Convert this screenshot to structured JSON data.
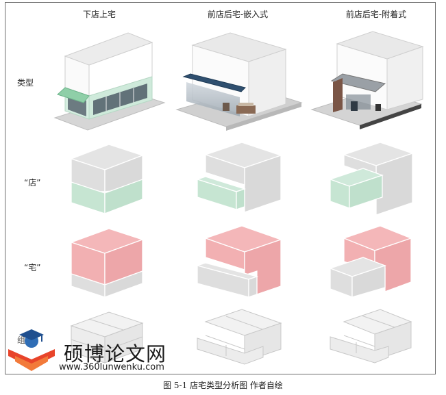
{
  "columns": [
    "下店上宅",
    "前店后宅-嵌入式",
    "前店后宅-附着式"
  ],
  "rows": [
    "类型",
    "“店”",
    "“宅”",
    "组合"
  ],
  "caption": "图 5-1 店宅类型分析图 作者自绘",
  "watermark": {
    "text": "硕博论文网",
    "url": "www.360lunwenku.com"
  },
  "colors": {
    "shop": "#c6e5d2",
    "house": "#f2b0b2",
    "box": "#e1e1e1",
    "line": "#ffffff"
  }
}
